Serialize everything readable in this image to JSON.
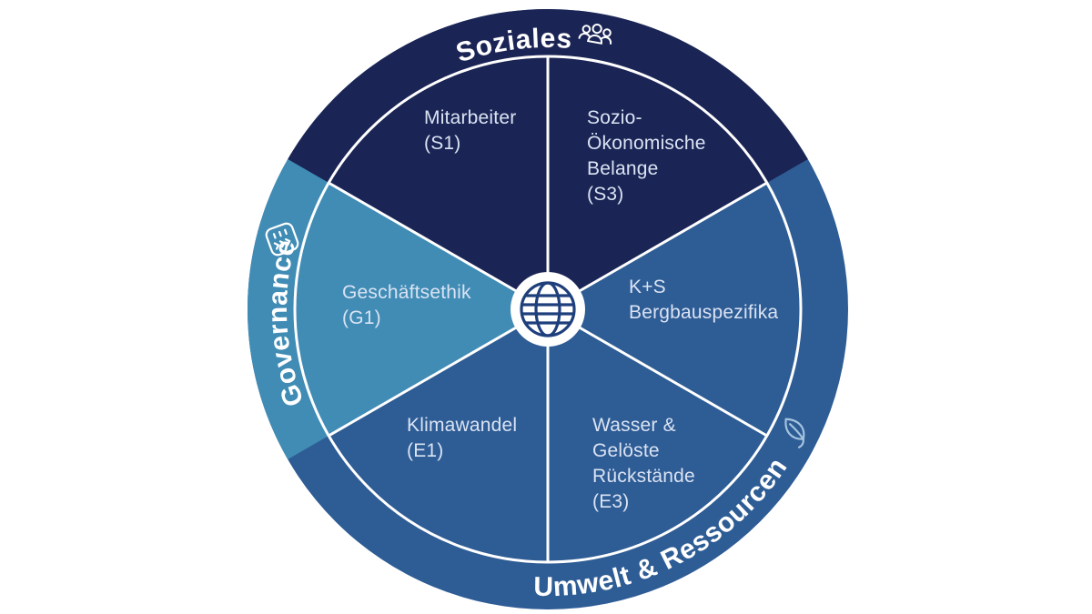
{
  "diagram": {
    "center_icon": "globe-icon",
    "ring_segments": {
      "soziales": {
        "label": "Soziales",
        "icon": "people-icon"
      },
      "governance": {
        "label": "Governance",
        "icon": "checklist-icon"
      },
      "umwelt": {
        "label": "Umwelt & Ressourcen",
        "icon": "leaf-icon"
      }
    },
    "sectors": {
      "mitarbeiter": {
        "label": "Mitarbeiter\n(S1)"
      },
      "sozio": {
        "label": "Sozio-\nÖkonomische\nBelange\n(S3)"
      },
      "ks": {
        "label": "K+S\nBergbauspezifika"
      },
      "wasser": {
        "label": "Wasser &\nGelöste\nRückstände\n(E3)"
      },
      "klima": {
        "label": "Klimawandel\n(E1)"
      },
      "geschaeftsethik": {
        "label": "Geschäftsethik\n(G1)"
      }
    }
  },
  "colors": {
    "navy": "#1b2555",
    "blue": "#2e5c95",
    "light_blue": "#408cb5",
    "white": "#ffffff",
    "sector_label": "#dae3f3",
    "globe": "#1e3f7c",
    "leaf": "#a3c3de"
  }
}
